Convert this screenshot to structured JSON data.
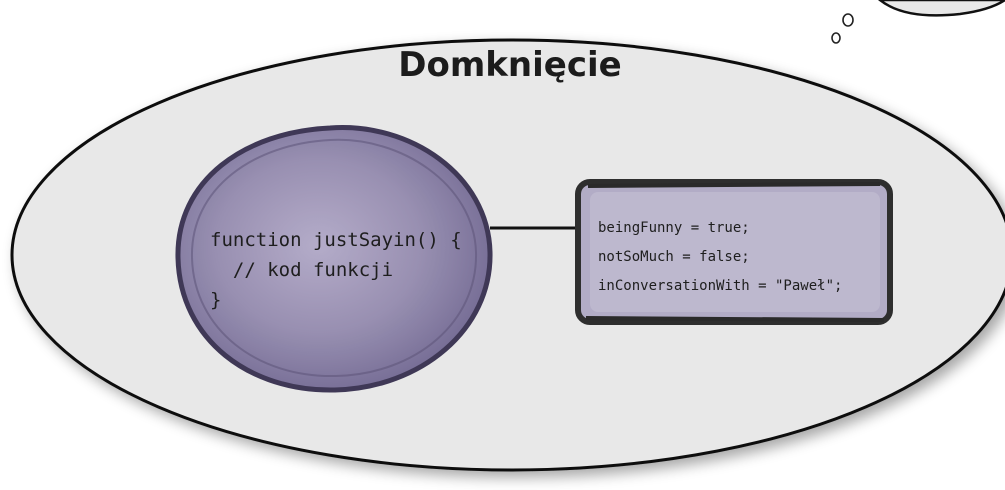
{
  "title": "Domknięcie",
  "function_code": {
    "line1": "function justSayin() {",
    "line2": "  // kod funkcji",
    "line3": "}"
  },
  "environment": {
    "line1": "beingFunny = true;",
    "line2": "notSoMuch = false;",
    "line3": "inConversationWith = \"Paweł\";"
  },
  "colors": {
    "bubble_fill": "#e8e8e8",
    "bubble_stroke": "#111111",
    "function_blob": "#8f86a8",
    "function_blob_edge": "#3a3352",
    "environment_box": "#b2acc6",
    "environment_box_edge": "#2e2e2e",
    "connector": "#111111"
  }
}
